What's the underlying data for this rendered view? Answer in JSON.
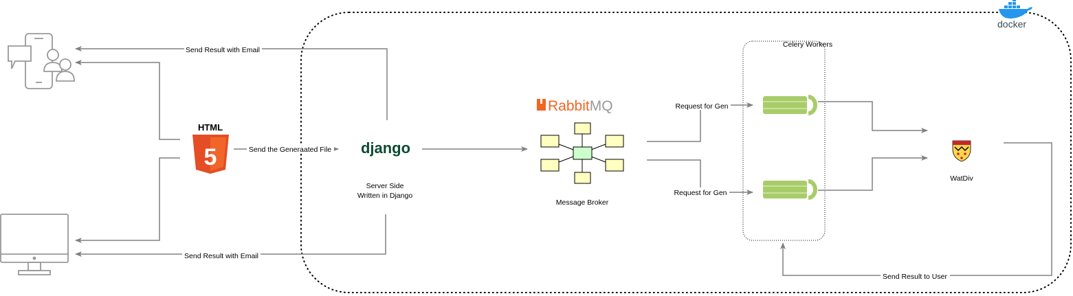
{
  "labels": {
    "send_email_top": "Send Result with Email",
    "send_email_bottom": "Send Result with Email",
    "send_file": "Send the Generaated File",
    "html_logo": "HTML",
    "html_digit": "5",
    "django_logo": "django",
    "server_line1": "Server Side",
    "server_line2": "Written in Django",
    "rabbit_part1": "Rabbit",
    "rabbit_part2": "MQ",
    "message_broker": "Message Broker",
    "celery_workers": "Celery Workers",
    "request_gen_1": "Request for Gen",
    "request_gen_2": "Request for Gen",
    "watdiv": "WatDiv",
    "send_to_user": "Send Result to User",
    "docker": "docker"
  },
  "colors": {
    "arrow": "#808080",
    "html_orange": "#E44D26",
    "django_green": "#0C4B33",
    "rabbit_orange": "#F26522",
    "rabbit_gray": "#999999",
    "node_yellow": "#FFFFC0",
    "node_green": "#CCFFCC",
    "celery_green": "#A9CC6A",
    "docker_blue": "#2496ED"
  }
}
